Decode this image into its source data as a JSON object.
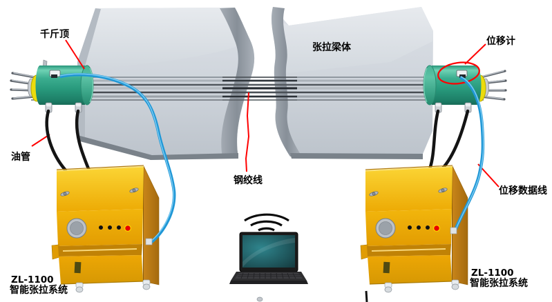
{
  "diagram": {
    "labels": {
      "jack": "千斤顶",
      "beam_body": "张拉梁体",
      "displacement_gauge": "位移计",
      "oil_pipe": "油管",
      "steel_strand": "钢绞线",
      "displacement_data_line": "位移数据线"
    },
    "left_system": {
      "model": "ZL-1100",
      "name": "智能张拉系统"
    },
    "right_system": {
      "model": "ZL-1100",
      "name": "智能张拉系统"
    },
    "colors": {
      "jack_green": "#35a586",
      "anchor_yellow": "#ecdc0c",
      "cabinet_yellow": "#edaa05",
      "beam_gray": "#ccd2d9",
      "hose_black": "#141414",
      "data_tube_blue": "#29a2e1",
      "leader_red": "#ff0000",
      "strand_gray": "#9aa1a8"
    }
  }
}
